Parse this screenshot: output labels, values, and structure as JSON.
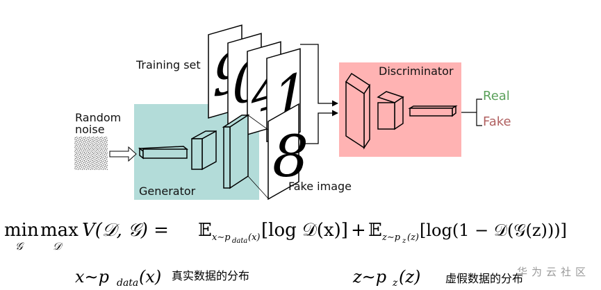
{
  "labels": {
    "training_set": "Training set",
    "random_noise_line1": "Random",
    "random_noise_line2": "noise",
    "generator": "Generator",
    "fake_image": "Fake image",
    "discriminator": "Discriminator",
    "real": "Real",
    "fake": "Fake"
  },
  "training_digits": [
    "9",
    "0",
    "4",
    "1"
  ],
  "fake_digit": "8",
  "formula": {
    "min_op": "min",
    "min_sub": "𝒢",
    "max_op": "max",
    "max_sub": "𝒟",
    "lhs": "V(𝒟, 𝒢) =",
    "expect1": "𝔼",
    "expect1_sub": "x∼p",
    "expect1_sub2": "data",
    "expect1_sub3": "(x)",
    "term1": "[log 𝒟(x)]",
    "plus": "+",
    "expect2": "𝔼",
    "expect2_sub": "z∼p",
    "expect2_sub2": "z",
    "expect2_sub3": "(z)",
    "term2": "[log(1 − 𝒟(𝒢(z)))]"
  },
  "defs": {
    "x_var": "x∼p",
    "x_sub": "data",
    "x_arg": "(x)",
    "x_desc": "真实数据的分布",
    "z_var": "z∼p",
    "z_sub": "z",
    "z_arg": "(z)",
    "z_desc": "虚假数据的分布"
  },
  "watermark": "华为云社区",
  "colors": {
    "generator_bg": "#b3dcd9",
    "discriminator_bg": "#ffb3b3",
    "real": "#5aa05a",
    "fake": "#b06060"
  }
}
